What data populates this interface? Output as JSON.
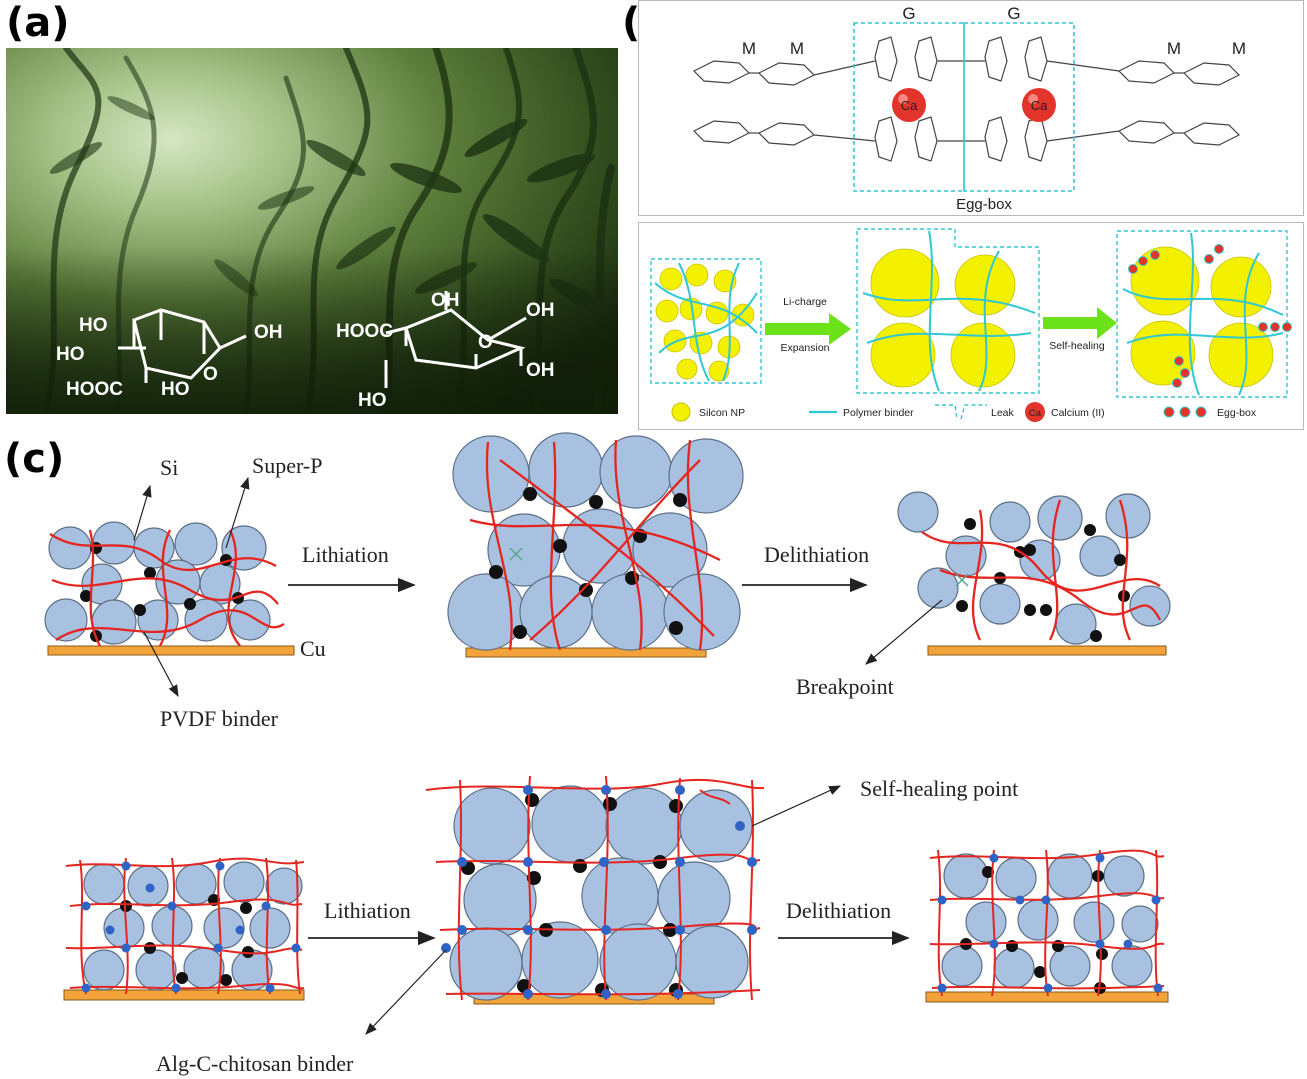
{
  "panels": {
    "a": "(a)",
    "b": "(b)",
    "c": "(c)"
  },
  "panel_a": {
    "sugar1": {
      "ho_top": "HO",
      "oh_top": "OH",
      "ho_mid": "HO",
      "hooc": "HOOC",
      "ho_bot": "HO",
      "ring_o": "O"
    },
    "sugar2": {
      "hooc": "HOOC",
      "oh_top": "OH",
      "oh_right": "OH",
      "ring_o": "O",
      "oh_low": "OH",
      "ho_bot": "HO"
    }
  },
  "panel_b": {
    "m_labels": [
      "M",
      "M",
      "M",
      "M"
    ],
    "g_labels": [
      "G",
      "G"
    ],
    "ca_labels": [
      "Ca",
      "Ca"
    ],
    "eggbox_label": "Egg-box",
    "arrow1_top": "Li-charge",
    "arrow1_bottom": "Expansion",
    "arrow2_label": "Self-healing",
    "legend": {
      "silicon": "Silcon NP",
      "polymer": "Polymer binder",
      "leak": "Leak",
      "ca": "Ca",
      "calcium": "Calcium (II)",
      "eggbox": "Egg-box"
    }
  },
  "panel_c": {
    "top": {
      "si": "Si",
      "superp": "Super-P",
      "cu": "Cu",
      "pvdf": "PVDF binder",
      "lithiation": "Lithiation",
      "delithiation": "Delithiation",
      "breakpoint": "Breakpoint"
    },
    "bottom": {
      "selfheal": "Self-healing point",
      "lithiation": "Lithiation",
      "delithiation": "Delithiation",
      "alg": "Alg-C-chitosan binder"
    }
  },
  "colors": {
    "particle": "#a9c1e0",
    "binder_red": "#e52520",
    "current_collector": "#f2a33a",
    "carbon": "#111111",
    "crosslink_blue": "#2f63c6",
    "si_np_yellow": "#f3f000",
    "cyan": "#31c7d3",
    "green_arrow": "#6ce21a",
    "ca_red": "#e3342b"
  }
}
